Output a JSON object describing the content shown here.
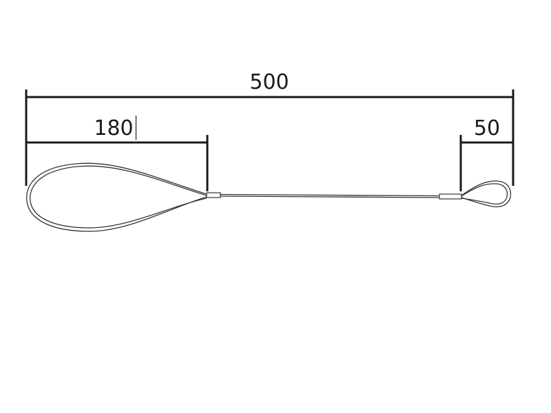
{
  "dimensions": {
    "overall": "500",
    "left_loop": "180",
    "right_loop": "50"
  },
  "colors": {
    "lines": "#1a1a1a",
    "cable": "#333333",
    "background": "#ffffff"
  }
}
